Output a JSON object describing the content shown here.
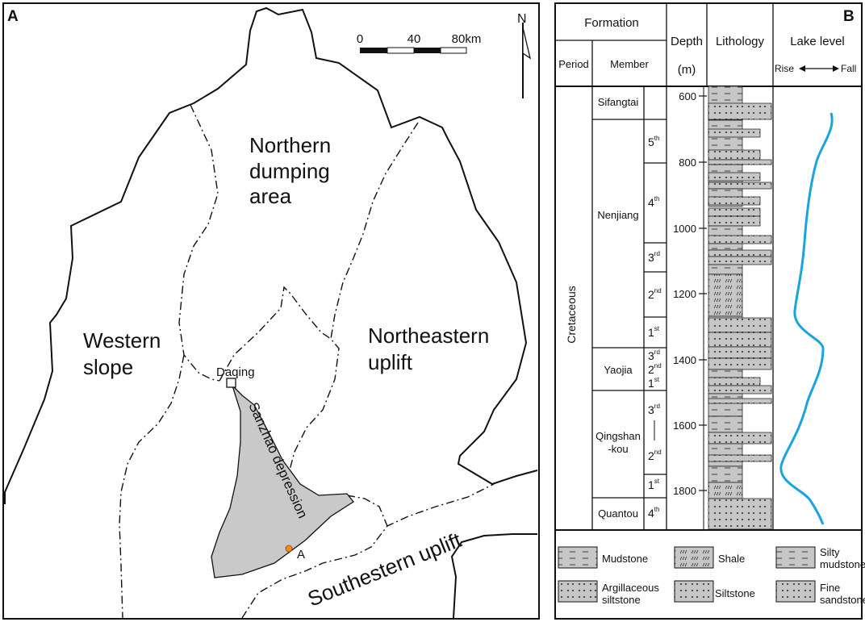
{
  "panel_a": {
    "label": "A",
    "scale": {
      "ticks": [
        "0",
        "40",
        "80km"
      ]
    },
    "north": "N",
    "regions": {
      "northern": [
        "Northern",
        "dumping",
        "area"
      ],
      "western": [
        "Western",
        "slope"
      ],
      "northeastern": [
        "Northeastern",
        "uplift"
      ],
      "southeastern": "Southestern uplift",
      "sanzhao": "Sanzhao depression"
    },
    "city": "Daqing",
    "well": "A"
  },
  "panel_b": {
    "label": "B",
    "headers": {
      "formation": "Formation",
      "period": "Period",
      "member": "Member",
      "depth": [
        "Depth",
        "(m)"
      ],
      "lithology": "Lithology",
      "lake_level": "Lake level",
      "rise": "Rise",
      "fall": "Fall"
    },
    "period": "Cretaceous",
    "formations": [
      "Sifangtai",
      "Nenjiang",
      "Yaojia",
      "Qingshan-kou",
      "Quantou"
    ],
    "qingshankou_lines": [
      "Qingshan",
      "-kou"
    ],
    "members": [
      {
        "base": "5",
        "sup": "th"
      },
      {
        "base": "4",
        "sup": "th"
      },
      {
        "base": "3",
        "sup": "rd"
      },
      {
        "base": "2",
        "sup": "nd"
      },
      {
        "base": "1",
        "sup": "st"
      },
      {
        "base": "3",
        "sup": "rd"
      },
      {
        "base": "2",
        "sup": "nd"
      },
      {
        "base": "1",
        "sup": "st"
      },
      {
        "base": "3",
        "sup": "rd"
      },
      {
        "base": "2",
        "sup": "nd"
      },
      {
        "base": "1",
        "sup": "st"
      },
      {
        "base": "4",
        "sup": "th"
      }
    ],
    "depth_ticks": [
      "600",
      "800",
      "1000",
      "1200",
      "1400",
      "1600",
      "1800"
    ],
    "legend": {
      "mudstone": "Mudstone",
      "shale": "Shale",
      "silty_mudstone": [
        "Silty",
        "mudstone"
      ],
      "argillaceous_siltstone": [
        "Argillaceous",
        "siltstone"
      ],
      "siltstone": "Siltstone",
      "fine_sandstone": [
        "Fine",
        "sandstone"
      ]
    },
    "colors": {
      "lake_curve": "#1aa3e0",
      "rock_fill": "#c6c6c6",
      "depression_fill": "#c9c9c9",
      "well_marker": "#f08c1e"
    }
  }
}
